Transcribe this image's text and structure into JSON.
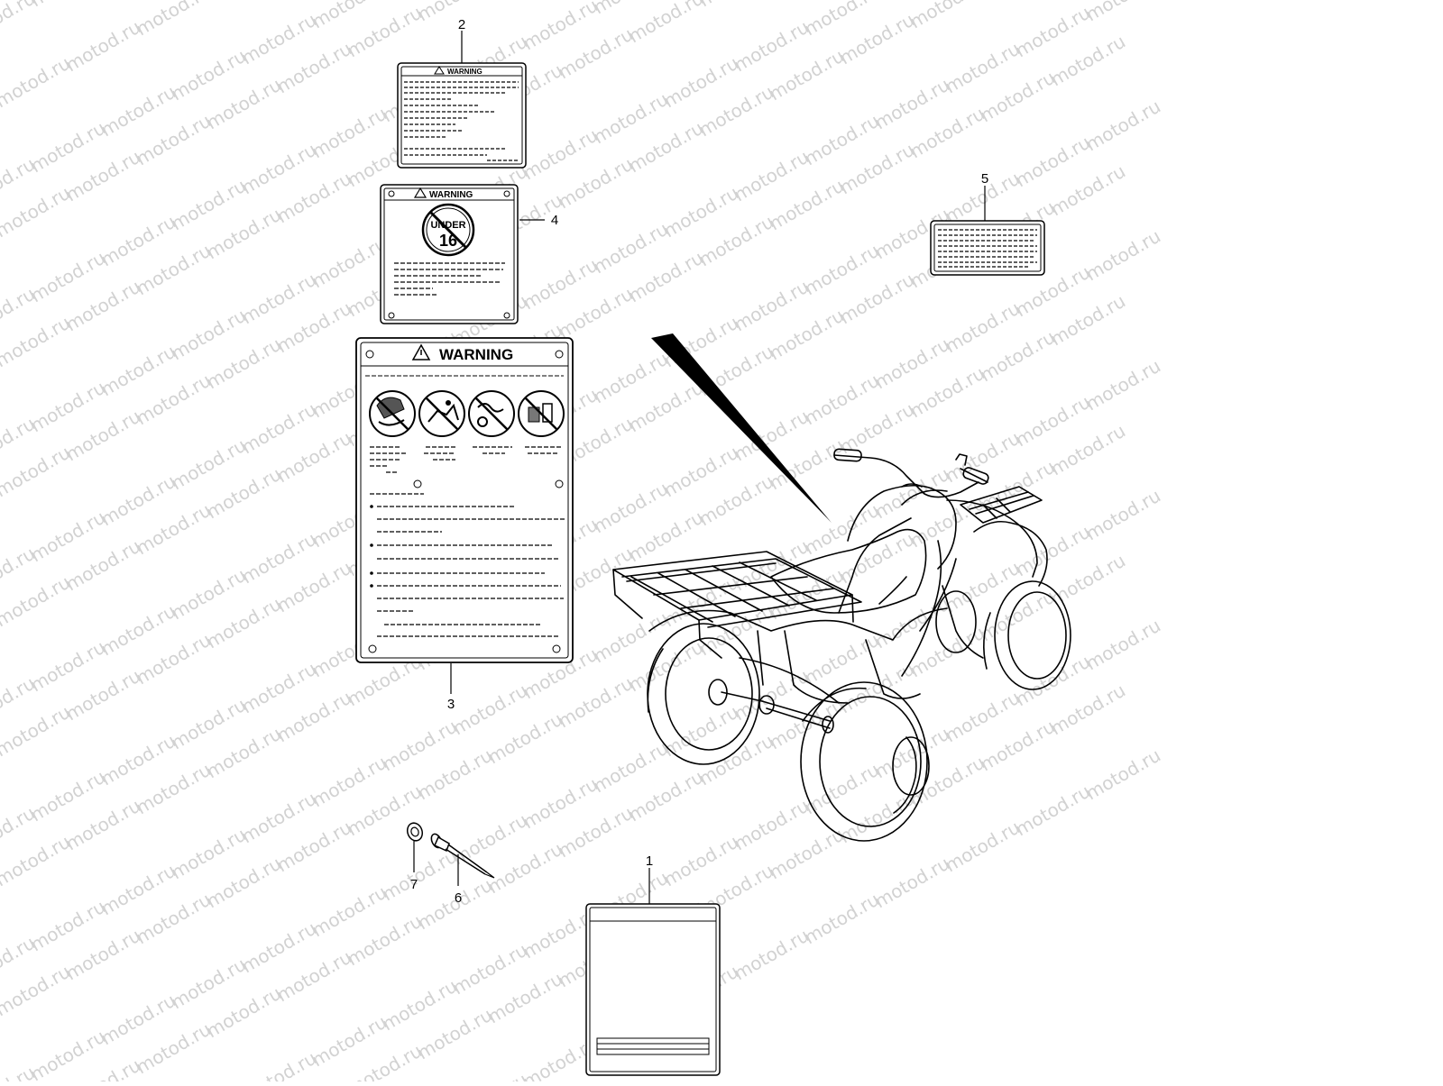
{
  "watermark": {
    "text": "motod.ru"
  },
  "callouts": [
    {
      "id": "1",
      "label": "1"
    },
    {
      "id": "2",
      "label": "2"
    },
    {
      "id": "3",
      "label": "3"
    },
    {
      "id": "4",
      "label": "4"
    },
    {
      "id": "5",
      "label": "5"
    },
    {
      "id": "6",
      "label": "6"
    },
    {
      "id": "7",
      "label": "7"
    }
  ],
  "labels": {
    "warning_small": "WARNING",
    "warning_medium": "WARNING",
    "warning_large": "WARNING",
    "under_text": "UNDER",
    "under_age": "16"
  },
  "colors": {
    "line": "#000000",
    "background": "#ffffff",
    "watermark": "#d2d2d2"
  }
}
